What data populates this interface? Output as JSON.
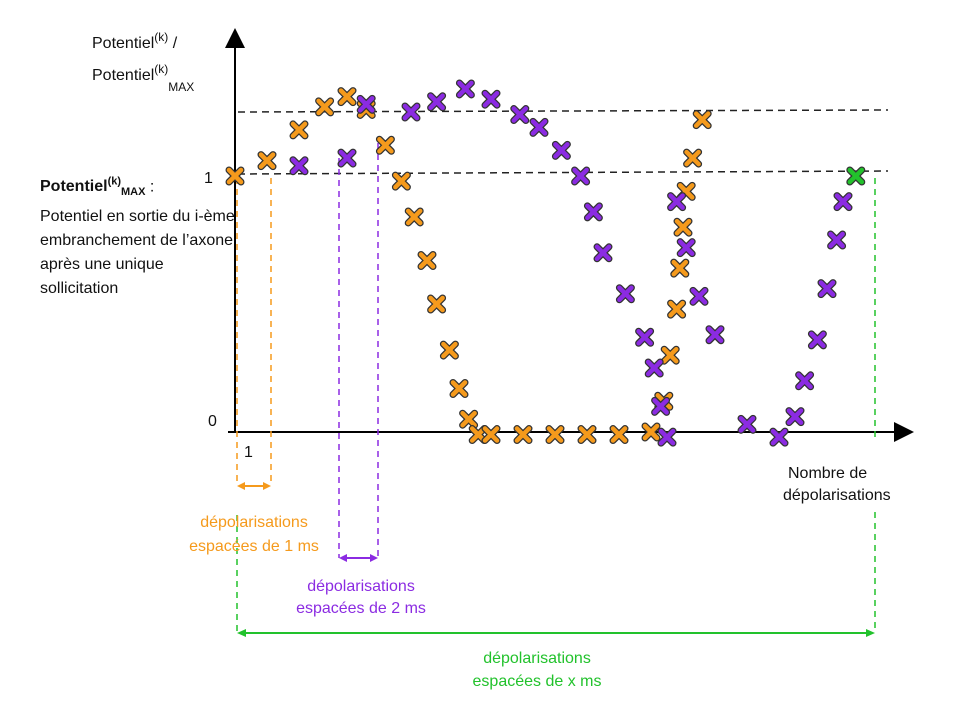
{
  "colors": {
    "orange": "#f59a1c",
    "purple": "#8b2be2",
    "green": "#22c22c",
    "axis": "#000000",
    "mark_outline": "#333333"
  },
  "labels": {
    "y_title_1": "Potentiel",
    "y_title_sup": "(k)",
    "y_title_slash": " /",
    "y_title_2": "Potentiel",
    "y_title_2_sup": "(k)",
    "y_title_2_sub": "MAX",
    "tick_y_1": "1",
    "tick_y_0": "0",
    "tick_x_1": "1",
    "x_title_1": "Nombre de",
    "x_title_2": "dépolarisations",
    "def_bold": "Potentiel",
    "def_sup": "(k)",
    "def_sub": "MAX",
    "def_colon": " :",
    "def_text": "Potentiel en sortie du i-ème embranchement de l’axone après une unique sollicitation",
    "orange_ann_1": "dépolarisations",
    "orange_ann_2": "espacées de 1 ms",
    "purple_ann_1": "dépolarisations",
    "purple_ann_2": "espacées de 2 ms",
    "green_ann_1": "dépolarisations",
    "green_ann_2": "espacées de x ms"
  },
  "chart_data": {
    "type": "scatter",
    "xlabel": "Nombre de dépolarisations",
    "ylabel": "Potentiel(k) / Potentiel(k)MAX",
    "yticks": [
      0,
      1
    ],
    "xticks": [
      1
    ],
    "xlim": [
      0,
      21.6
    ],
    "ylim": [
      0,
      1.55
    ],
    "reference_lines_y": [
      1,
      1.3
    ],
    "series": [
      {
        "color": "orange",
        "x": [
          0,
          1,
          2,
          2.8,
          3.5,
          4.1,
          4.7,
          5.2,
          5.6,
          6.0,
          6.3,
          6.7,
          7.0,
          7.3,
          7.6,
          8.0,
          9.0,
          10.0,
          11.0,
          12.0,
          13.0,
          13.4,
          13.6,
          13.8,
          13.9,
          14.0,
          14.1,
          14.3,
          14.6
        ],
        "y": [
          1.0,
          1.06,
          1.18,
          1.27,
          1.31,
          1.26,
          1.12,
          0.98,
          0.84,
          0.67,
          0.5,
          0.32,
          0.17,
          0.05,
          -0.01,
          -0.01,
          -0.01,
          -0.01,
          -0.01,
          -0.01,
          0.0,
          0.12,
          0.3,
          0.48,
          0.64,
          0.8,
          0.94,
          1.07,
          1.22
        ]
      },
      {
        "color": "purple",
        "x": [
          2,
          3.5,
          4.1,
          5.5,
          6.3,
          7.2,
          8.0,
          8.9,
          9.5,
          10.2,
          10.8,
          11.2,
          11.5,
          12.2,
          12.8,
          13.1,
          13.3,
          13.5,
          13.8,
          14.1,
          14.5,
          15.0,
          16.0,
          17.0,
          17.5,
          17.8,
          18.2,
          18.5,
          18.8,
          19.0
        ],
        "y": [
          1.04,
          1.07,
          1.28,
          1.25,
          1.29,
          1.34,
          1.3,
          1.24,
          1.19,
          1.1,
          1.0,
          0.86,
          0.7,
          0.54,
          0.37,
          0.25,
          0.1,
          -0.02,
          0.9,
          0.72,
          0.53,
          0.38,
          0.03,
          -0.02,
          0.06,
          0.2,
          0.36,
          0.56,
          0.75,
          0.9
        ]
      },
      {
        "color": "green",
        "x": [
          19.4
        ],
        "y": [
          1.0
        ]
      }
    ]
  }
}
